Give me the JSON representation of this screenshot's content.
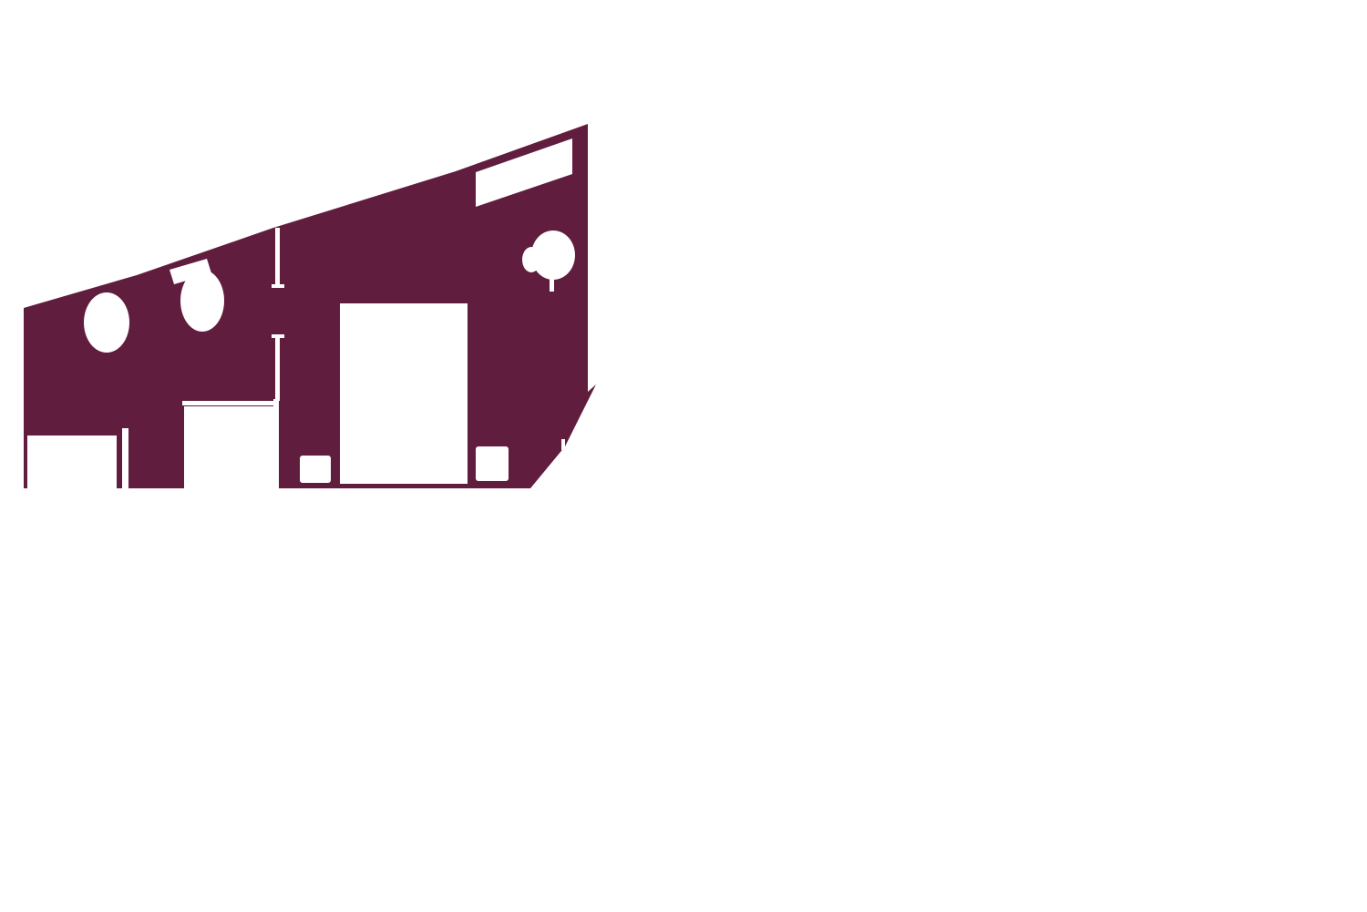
{
  "floor_plan": {
    "fill_color": "#611d3e",
    "background_color": "#ffffff",
    "fixtures": [
      {
        "name": "toilet-icon-left"
      },
      {
        "name": "toilet-icon-middle"
      },
      {
        "name": "bathtub-icon-right"
      },
      {
        "name": "vanity-icon-top"
      },
      {
        "name": "bed-icon"
      },
      {
        "name": "nightstand-icon-left"
      },
      {
        "name": "nightstand-icon-right"
      },
      {
        "name": "closet-icon"
      }
    ]
  }
}
